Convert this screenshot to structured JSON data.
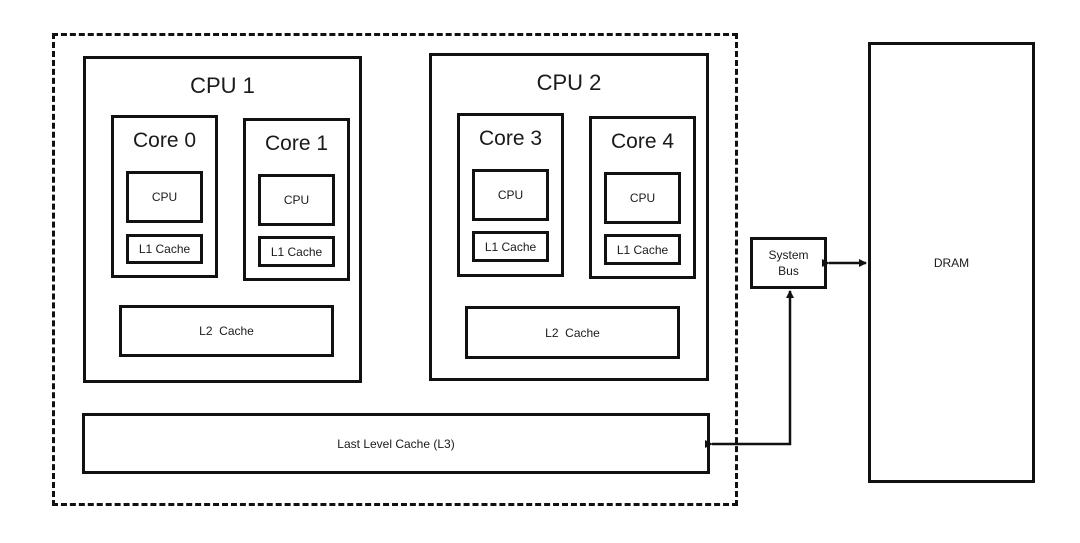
{
  "diagram": {
    "title": "Multi-core CPU memory hierarchy",
    "processor_package": {
      "cpus": [
        {
          "label": "CPU 1",
          "cores": [
            {
              "label": "Core 0",
              "unit": "CPU",
              "cache": "L1 Cache"
            },
            {
              "label": "Core 1",
              "unit": "CPU",
              "cache": "L1 Cache"
            }
          ],
          "l2": "L2  Cache"
        },
        {
          "label": "CPU 2",
          "cores": [
            {
              "label": "Core 3",
              "unit": "CPU",
              "cache": "L1 Cache"
            },
            {
              "label": "Core 4",
              "unit": "CPU",
              "cache": "L1 Cache"
            }
          ],
          "l2": "L2  Cache"
        }
      ],
      "l3": "Last Level Cache (L3)"
    },
    "system_bus": {
      "line1": "System",
      "line2": "Bus"
    },
    "dram": "DRAM",
    "connections": [
      {
        "from": "Last Level Cache (L3)",
        "to": "System Bus",
        "direction": "bidirectional"
      },
      {
        "from": "System Bus",
        "to": "DRAM",
        "direction": "bidirectional"
      }
    ],
    "colors": {
      "stroke": "#111111",
      "background": "#ffffff",
      "text": "#1a1a1a"
    }
  }
}
